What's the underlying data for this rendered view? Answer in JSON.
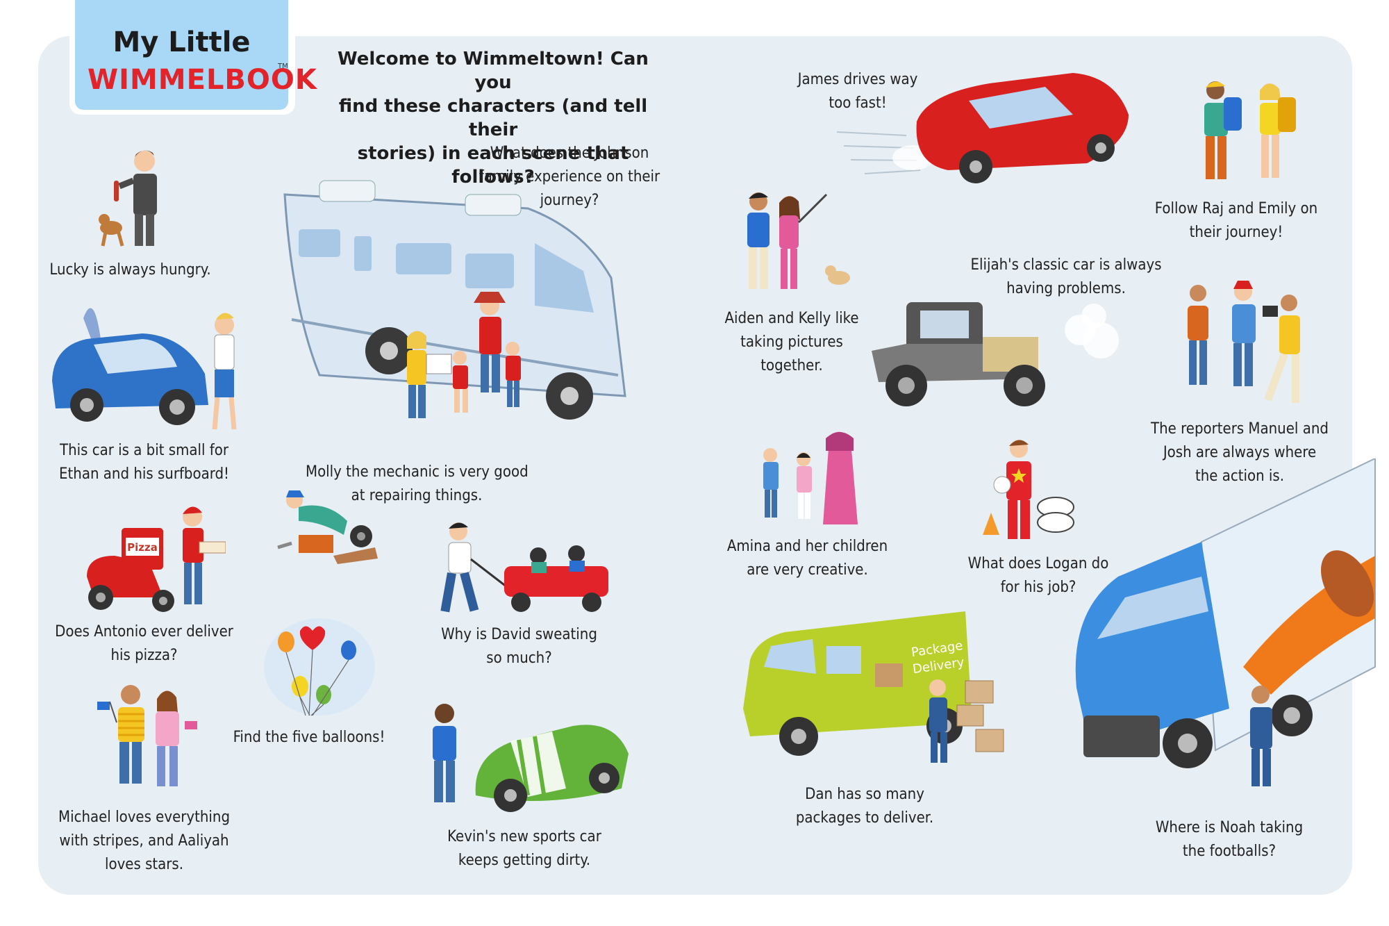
{
  "logo": {
    "line1": "My Little",
    "line2": "WIMMELBOOK",
    "tm": "TM"
  },
  "intro": {
    "lines": [
      "Welcome to Wimmeltown! Can you",
      "find these characters (and tell their",
      "stories) in each scene that follows?"
    ]
  },
  "captions": {
    "lucky": [
      "Lucky is always hungry."
    ],
    "johnson": [
      "What does the Johnson",
      "family experience on their",
      "journey?"
    ],
    "james": [
      "James drives way",
      "too fast!"
    ],
    "raj": [
      "Follow Raj and Emily on",
      "their journey!"
    ],
    "elijah": [
      "Elijah's classic car is always",
      "having problems."
    ],
    "aiden": [
      "Aiden and Kelly like",
      "taking pictures",
      "together."
    ],
    "ethan": [
      "This car is a bit small for",
      "Ethan and his surfboard!"
    ],
    "molly": [
      "Molly the mechanic is very good",
      "at repairing things."
    ],
    "reporters": [
      "The reporters Manuel and",
      "Josh are always where",
      "the action is."
    ],
    "amina": [
      "Amina and her children",
      "are very creative."
    ],
    "logan": [
      "What does Logan do",
      "for his job?"
    ],
    "antonio": [
      "Does Antonio ever deliver",
      "his pizza?"
    ],
    "david": [
      "Why is David sweating",
      "so much?"
    ],
    "balloons": [
      "Find the five balloons!"
    ],
    "michael": [
      "Michael loves everything",
      "with stripes, and Aaliyah",
      "loves stars."
    ],
    "kevin": [
      "Kevin's new sports car",
      "keeps getting dirty."
    ],
    "dan": [
      "Dan has so many",
      "packages to deliver."
    ],
    "noah": [
      "Where is Noah taking",
      "the footballs?"
    ]
  },
  "signs": {
    "pizza": "Pizza",
    "package": "Package",
    "delivery": "Delivery"
  },
  "colors": {
    "board": "#e7eef4",
    "logo_bg": "#a8d8f5",
    "logo_red": "#e2232a"
  }
}
